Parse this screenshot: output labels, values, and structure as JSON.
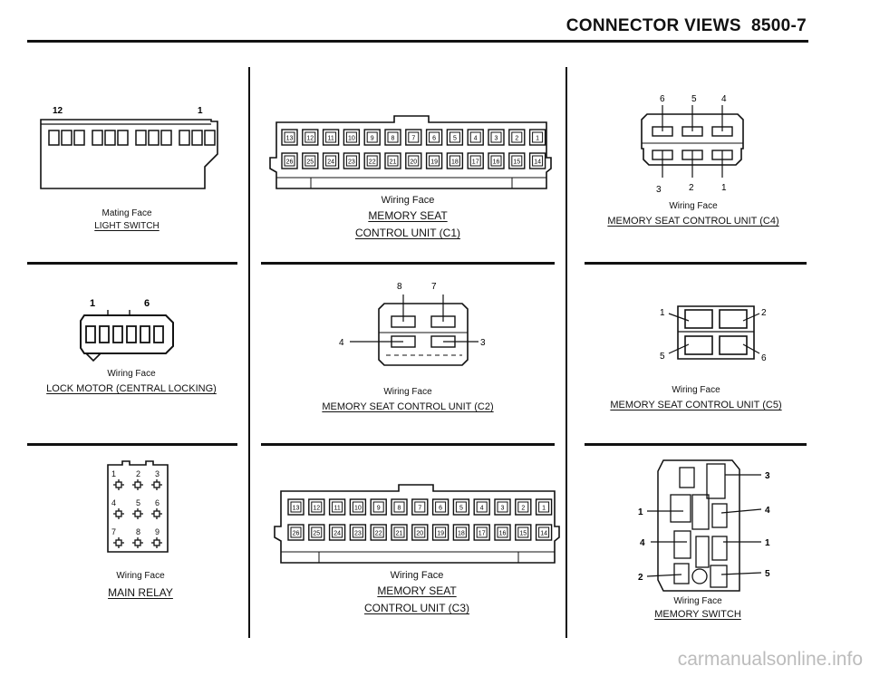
{
  "header": {
    "title": "CONNECTOR VIEWS",
    "page": "8500-7"
  },
  "panels": {
    "light_switch": {
      "face": "Mating Face",
      "name": "LIGHT SWITCH",
      "pin_labels": [
        "12",
        "1"
      ]
    },
    "c1": {
      "face": "Wiring Face",
      "name_line1": "MEMORY SEAT",
      "name_line2": "CONTROL UNIT (C1)",
      "top_pins": [
        "13",
        "12",
        "11",
        "10",
        "9",
        "8",
        "7",
        "6",
        "5",
        "4",
        "3",
        "2",
        "1"
      ],
      "bottom_pins": [
        "26",
        "25",
        "24",
        "23",
        "22",
        "21",
        "20",
        "19",
        "18",
        "17",
        "16",
        "15",
        "14"
      ]
    },
    "c4": {
      "face": "Wiring Face",
      "name": "MEMORY SEAT CONTROL UNIT (C4)",
      "pin_labels_top": [
        "6",
        "5",
        "4"
      ],
      "pin_labels_bottom": [
        "3",
        "2",
        "1"
      ]
    },
    "lock_motor": {
      "face": "Wiring Face",
      "name": "LOCK MOTOR (CENTRAL LOCKING)",
      "pin_labels": [
        "1",
        "6"
      ]
    },
    "c2": {
      "face": "Wiring Face",
      "name": "MEMORY SEAT CONTROL UNIT (C2)",
      "pin_labels": [
        "8",
        "7",
        "4",
        "3"
      ]
    },
    "c5": {
      "face": "Wiring Face",
      "name": "MEMORY SEAT CONTROL UNIT (C5)",
      "pin_labels": [
        "1",
        "2",
        "5",
        "6"
      ]
    },
    "main_relay": {
      "face": "Wiring Face",
      "name": "MAIN RELAY",
      "pin_labels": [
        "1",
        "2",
        "3",
        "4",
        "5",
        "6",
        "7",
        "8",
        "9"
      ]
    },
    "c3": {
      "face": "Wiring Face",
      "name_line1": "MEMORY SEAT",
      "name_line2": "CONTROL UNIT (C3)",
      "top_pins": [
        "13",
        "12",
        "11",
        "10",
        "9",
        "8",
        "7",
        "6",
        "5",
        "4",
        "3",
        "2",
        "1"
      ],
      "bottom_pins": [
        "26",
        "25",
        "24",
        "23",
        "22",
        "21",
        "20",
        "19",
        "18",
        "17",
        "16",
        "15",
        "14"
      ]
    },
    "memory_switch": {
      "face": "Wiring Face",
      "name": "MEMORY SWITCH",
      "pin_labels": [
        "3",
        "1",
        "4",
        "4",
        "1",
        "2",
        "5"
      ]
    }
  },
  "watermark": "carmanualsonline.info"
}
